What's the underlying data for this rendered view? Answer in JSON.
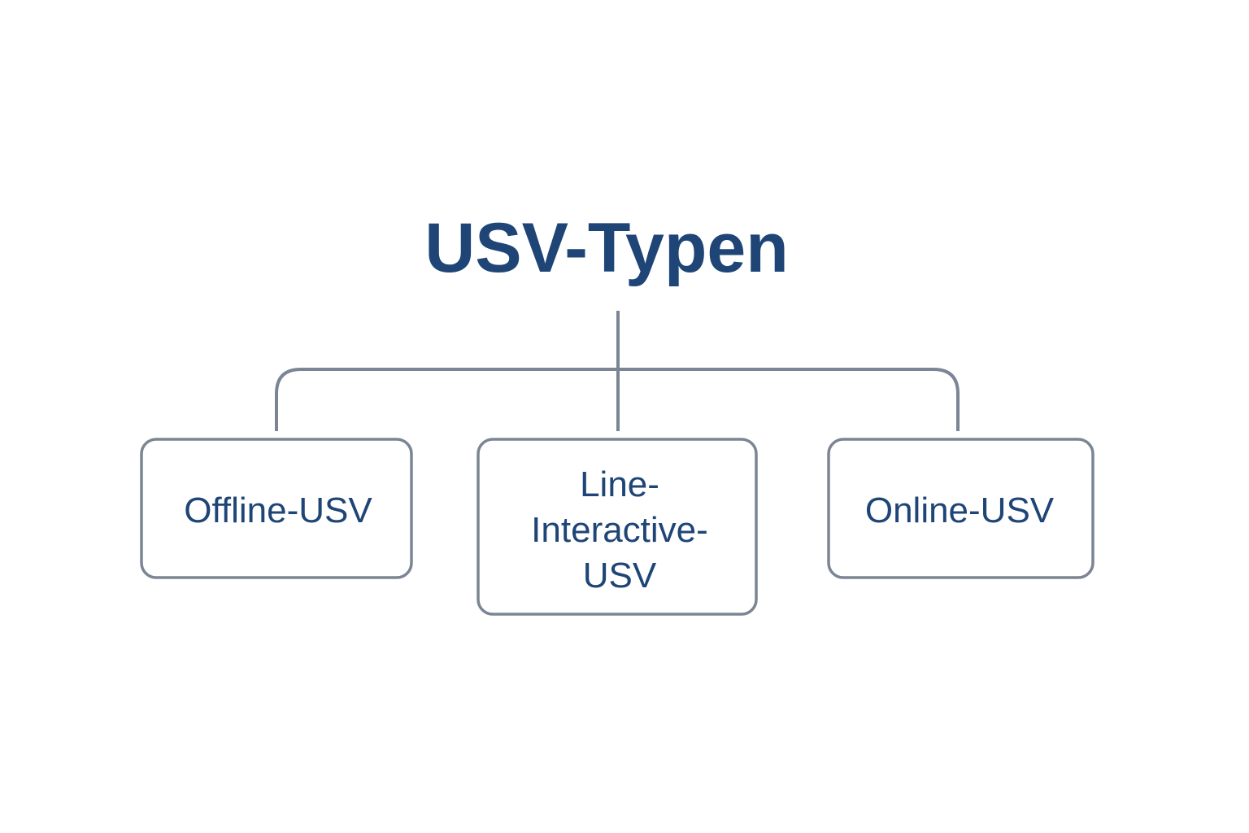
{
  "diagram": {
    "title": "USV-Typen",
    "colors": {
      "text": "#1f4577",
      "line": "#7b8594",
      "box_fill": "#ffffff"
    },
    "nodes": [
      {
        "id": "offline",
        "lines": [
          "Offline-USV"
        ]
      },
      {
        "id": "line-interactive",
        "lines": [
          "Line-",
          "Interactive-",
          "USV"
        ]
      },
      {
        "id": "online",
        "lines": [
          "Online-USV"
        ]
      }
    ]
  }
}
